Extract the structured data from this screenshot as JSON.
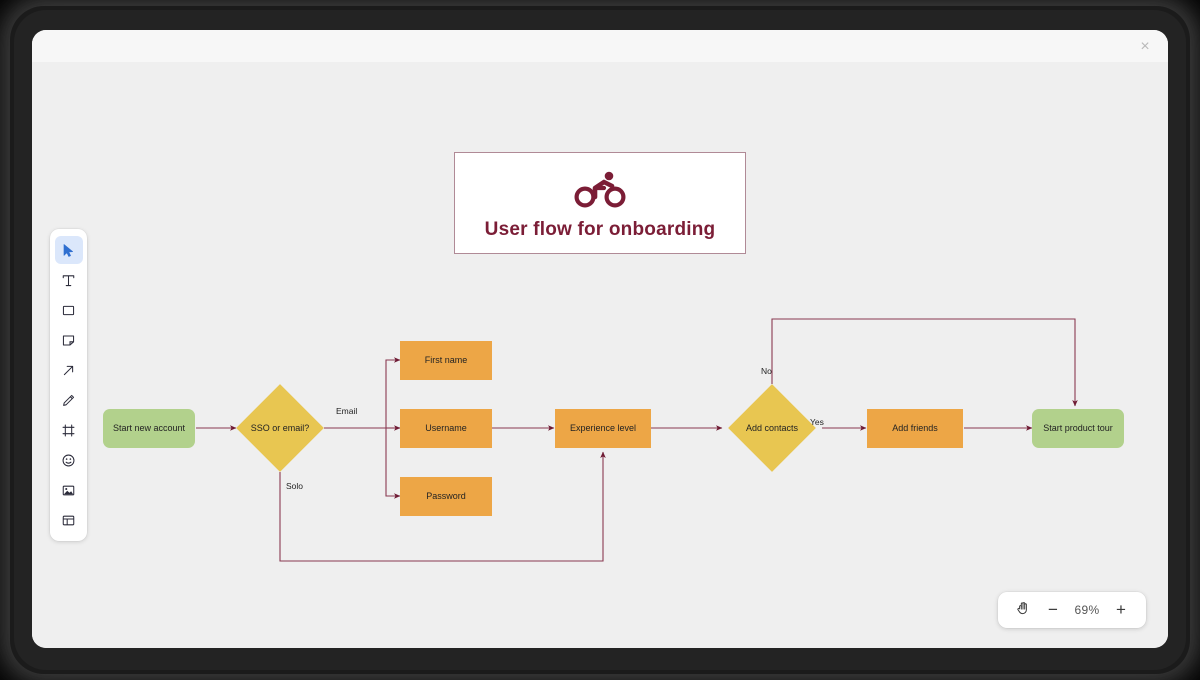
{
  "window": {
    "close_label": "×"
  },
  "toolbar": {
    "items": [
      {
        "name": "select-tool",
        "icon": "cursor-icon",
        "active": true
      },
      {
        "name": "text-tool",
        "icon": "text-icon",
        "active": false
      },
      {
        "name": "shape-tool",
        "icon": "rectangle-icon",
        "active": false
      },
      {
        "name": "sticky-note-tool",
        "icon": "sticky-note-icon",
        "active": false
      },
      {
        "name": "arrow-tool",
        "icon": "arrow-icon",
        "active": false
      },
      {
        "name": "pen-tool",
        "icon": "pencil-icon",
        "active": false
      },
      {
        "name": "frame-tool",
        "icon": "frame-icon",
        "active": false
      },
      {
        "name": "emoji-tool",
        "icon": "smiley-icon",
        "active": false
      },
      {
        "name": "image-tool",
        "icon": "image-icon",
        "active": false
      },
      {
        "name": "template-tool",
        "icon": "layout-icon",
        "active": false
      }
    ]
  },
  "title_card": {
    "title": "User flow for onboarding",
    "icon": "bicycle-icon",
    "accent_color": "#7b1d36",
    "border_color": "#b08a96"
  },
  "zoom_control": {
    "hand_icon": "hand-icon",
    "zoom_out_label": "−",
    "zoom_level": "69%",
    "zoom_in_label": "+"
  },
  "diagram": {
    "type": "flowchart",
    "colors": {
      "terminator": "#b2d18c",
      "process": "#eda646",
      "decision": "#e8c651",
      "connector": "#8a3a52",
      "canvas": "#efefef"
    },
    "nodes": [
      {
        "id": "start",
        "label": "Start new account",
        "shape": "rounded-rect",
        "color": "#b2d18c"
      },
      {
        "id": "sso",
        "label": "SSO or email?",
        "shape": "diamond",
        "color": "#e8c651"
      },
      {
        "id": "firstname",
        "label": "First name",
        "shape": "rect",
        "color": "#eda646"
      },
      {
        "id": "username",
        "label": "Username",
        "shape": "rect",
        "color": "#eda646"
      },
      {
        "id": "password",
        "label": "Password",
        "shape": "rect",
        "color": "#eda646"
      },
      {
        "id": "experience",
        "label": "Experience level",
        "shape": "rect",
        "color": "#eda646"
      },
      {
        "id": "contacts",
        "label": "Add contacts",
        "shape": "diamond",
        "color": "#e8c651"
      },
      {
        "id": "friends",
        "label": "Add friends",
        "shape": "rect",
        "color": "#eda646"
      },
      {
        "id": "tour",
        "label": "Start product tour",
        "shape": "rounded-rect",
        "color": "#b2d18c"
      }
    ],
    "edge_labels": [
      {
        "id": "email-label",
        "label": "Email"
      },
      {
        "id": "solo-label",
        "label": "Solo"
      },
      {
        "id": "no-label",
        "label": "No"
      },
      {
        "id": "yes-label",
        "label": "Yes"
      }
    ]
  }
}
